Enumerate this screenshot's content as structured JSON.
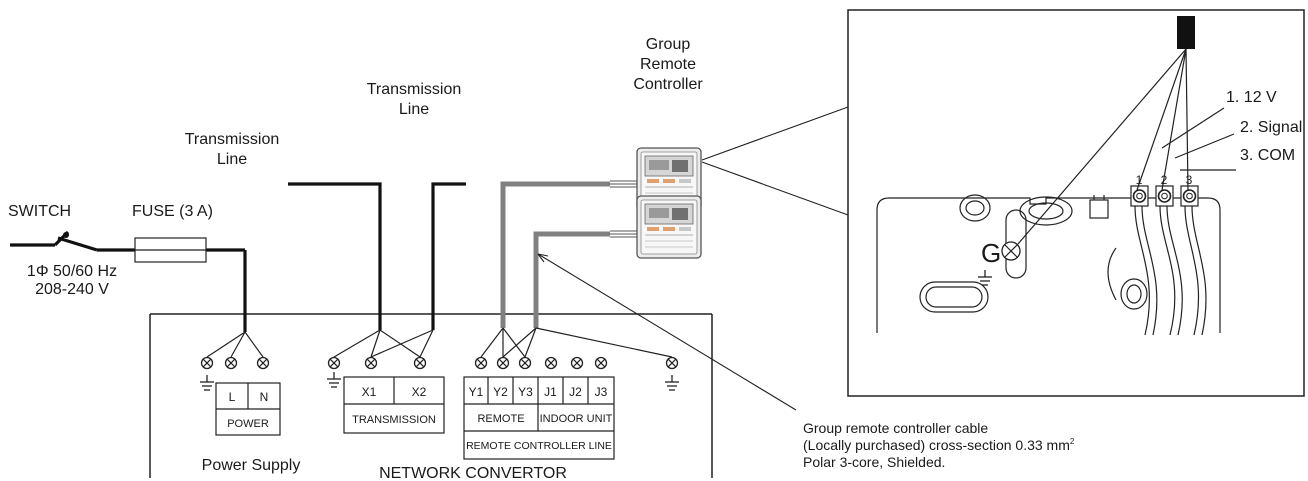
{
  "labels": {
    "switch": "SWITCH",
    "fuse": "FUSE (3 A)",
    "supply_line1": "1Φ 50/60 Hz",
    "supply_line2": "208-240 V",
    "transmission_left_1": "Transmission",
    "transmission_left_2": "Line",
    "transmission_right_1": "Transmission",
    "transmission_right_2": "Line",
    "group_1": "Group",
    "group_2": "Remote",
    "group_3": "Controller",
    "power_supply": "Power Supply",
    "network_convertor": "NETWORK CONVERTOR",
    "cable_1": "Group remote controller cable",
    "cable_2_prefix": "(Locally purchased) cross-section 0.33 mm",
    "cable_2_sup": "2",
    "cable_3": "Polar 3-core, Shielded."
  },
  "terminals": {
    "power": {
      "cells": [
        "L",
        "N"
      ],
      "caption": "POWER"
    },
    "transmission": {
      "cells": [
        "X1",
        "X2"
      ],
      "caption": "TRANSMISSION"
    },
    "remote": {
      "cells": [
        "Y1",
        "Y2",
        "Y3",
        "J1",
        "J2",
        "J3"
      ],
      "group_remote": "REMOTE",
      "group_indoor": "INDOOR UNIT",
      "caption": "REMOTE CONTROLLER LINE"
    }
  },
  "detail": {
    "ground": "G",
    "terminal_numbers": [
      "1",
      "2",
      "3"
    ],
    "wires": [
      "1. 12 V",
      "2. Signal",
      "3. COM"
    ]
  }
}
